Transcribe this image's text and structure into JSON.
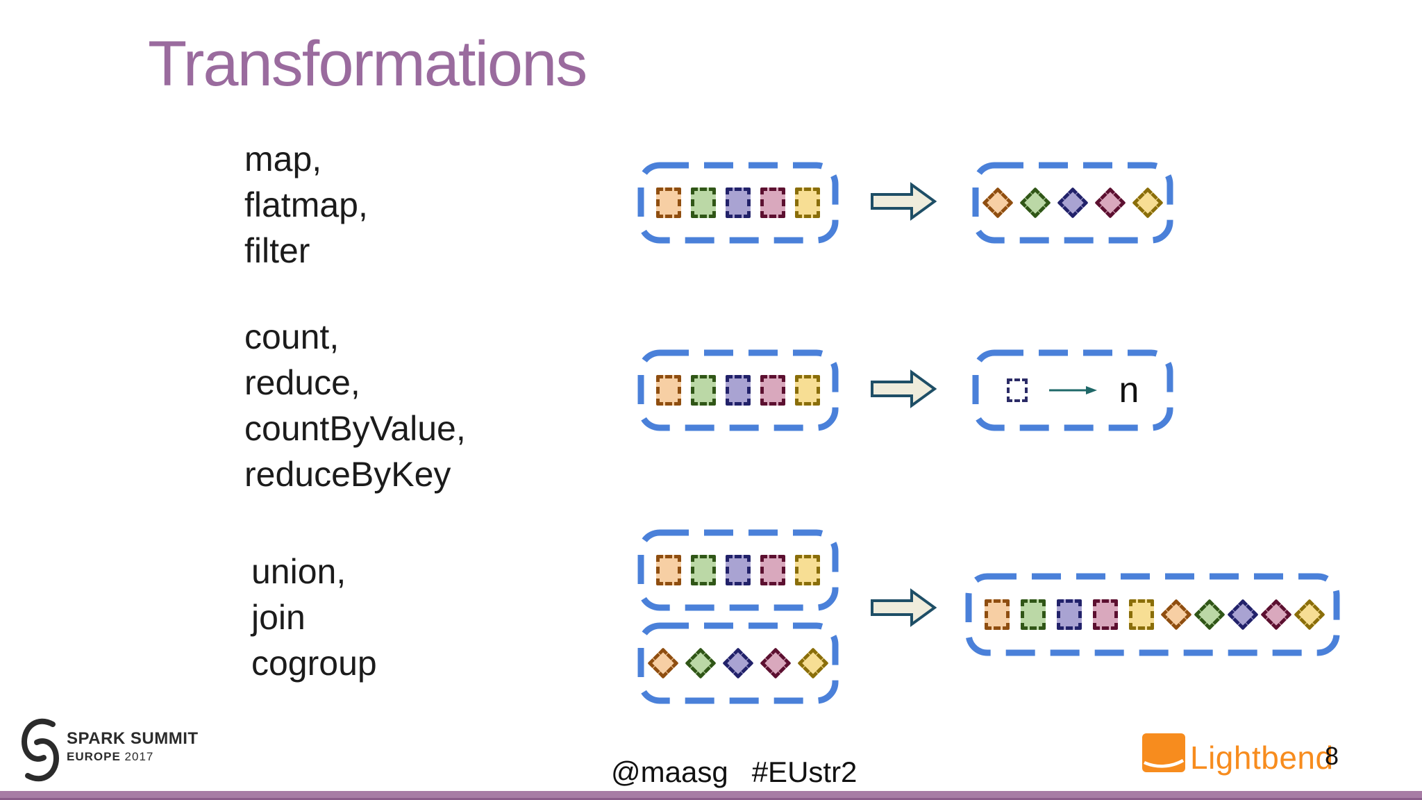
{
  "slide": {
    "title": "Transformations",
    "rows": [
      {
        "operations": [
          "map,",
          "flatmap,",
          "filter"
        ],
        "input": "RDD of squares",
        "output": "RDD of diamonds (element-wise transformed)"
      },
      {
        "operations": [
          "count,",
          "reduce,",
          "countByValue,",
          "reduceByKey"
        ],
        "input": "RDD of squares",
        "output": "scalar value",
        "scalar_symbol": "n"
      },
      {
        "operations": [
          "union,",
          "join",
          "cogroup"
        ],
        "inputs": [
          "RDD of squares",
          "RDD of diamonds"
        ],
        "output": "combined RDD of squares and diamonds"
      }
    ],
    "footer": {
      "handle": "@maasg",
      "hashtag": "#EUstr2",
      "page_number": "8",
      "spark_summit_line1": "SPARK SUMMIT",
      "spark_summit_line2_bold": "EUROPE",
      "spark_summit_line2_year": "2017",
      "lightbend_label": "Lightbend"
    }
  },
  "colors": {
    "title_purple": "#9a6b9e",
    "text_dark": "#1b1b1b",
    "bottom_bar_purple": "#a77ca5",
    "bottom_bar_edge": "#8a5c8a",
    "rdd_border_blue": "#4a80d9",
    "arrow_fill": "#efecdc",
    "arrow_stroke": "#1e4e66",
    "scalar_bracket_navy": "#2b2b66",
    "scalar_arrow_teal": "#1f6868",
    "lightbend_orange": "#f78c1e",
    "spark_logo_dark": "#2b2b2b",
    "shape_palette": [
      {
        "name": "orange",
        "fill": "#f7cfa4",
        "stroke": "#8f4e10"
      },
      {
        "name": "green",
        "fill": "#bbd8a6",
        "stroke": "#305617"
      },
      {
        "name": "purple",
        "fill": "#a9a3d2",
        "stroke": "#22226a"
      },
      {
        "name": "pink",
        "fill": "#d9a8bd",
        "stroke": "#5c1030"
      },
      {
        "name": "yellow",
        "fill": "#f7de94",
        "stroke": "#8a6e0a"
      }
    ]
  }
}
